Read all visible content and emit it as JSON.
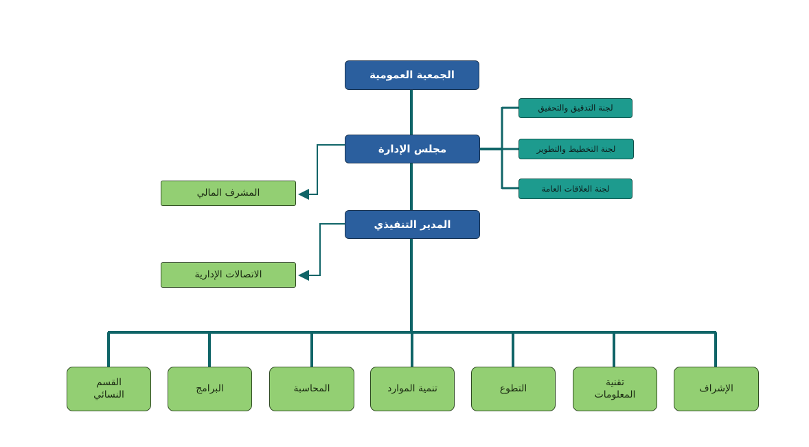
{
  "org": {
    "general_assembly": "الجمعية العمومية",
    "board": "مجلس الإدارة",
    "executive_director": "المدير التنفيذي",
    "financial_supervisor": "المشرف المالي",
    "admin_communications": "الاتصالات الإدارية",
    "committees": [
      "لجنة التدقيق والتحقيق",
      "لجنة التخطيط والتطوير",
      "لجنة العلاقات العامة"
    ],
    "departments": [
      "القسم\nالنسائي",
      "البرامج",
      "المحاسبة",
      "تنمية الموارد",
      "التطوع",
      "تقنية\nالمعلومات",
      "الإشراف"
    ]
  },
  "colors": {
    "connector": "#0f6467",
    "main_box": "#2b5f9e",
    "committee_box": "#1d9b8e",
    "unit_box": "#93cf73"
  }
}
